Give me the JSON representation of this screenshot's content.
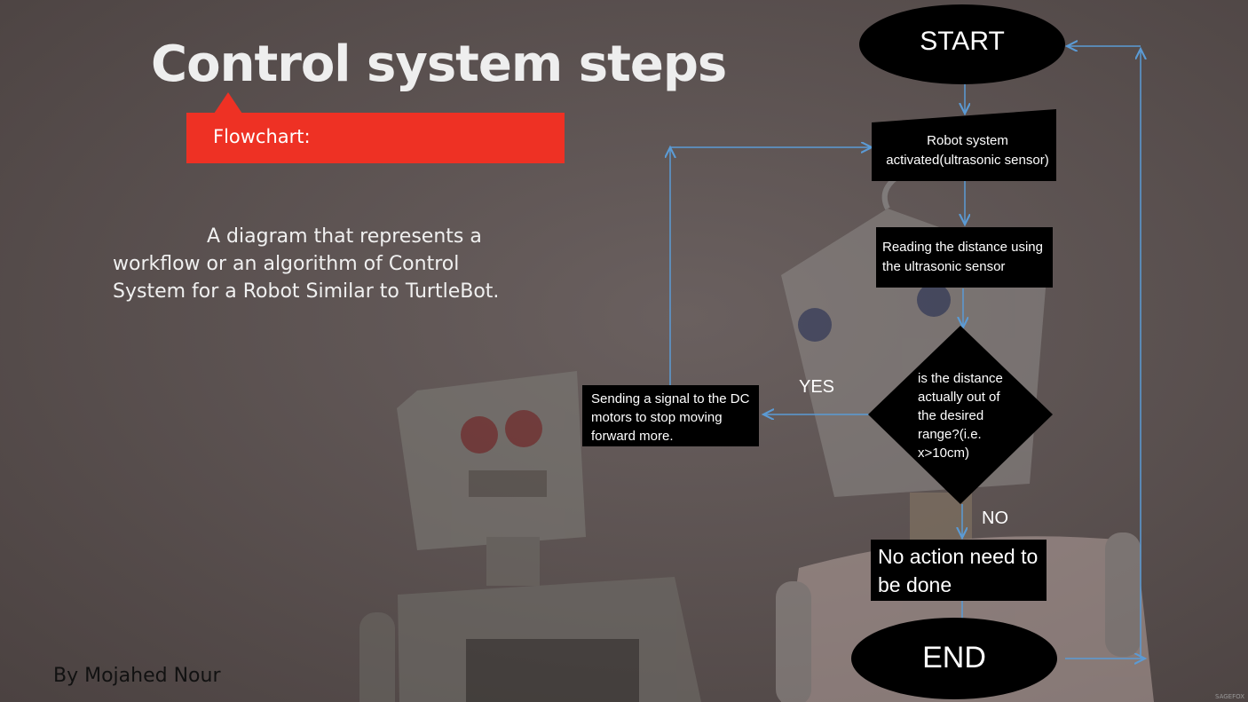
{
  "slide": {
    "title": "Control system steps",
    "banner_label": "Flowchart:",
    "description": "A diagram that represents a workflow or an algorithm of Control System for a Robot Similar to TurtleBot.",
    "author": "By Mojahed Nour",
    "watermark": "SAGEFOX"
  },
  "flowchart": {
    "start": "START",
    "step_activate": "Robot system activated(ultrasonic sensor)",
    "step_read": "Reading the distance using the ultrasonic sensor",
    "decision": "is the distance actually  out of the desired range?(i.e. x>10cm)",
    "yes_label": "YES",
    "no_label": "NO",
    "action_yes": "Sending a signal to the DC motors to stop moving forward more.",
    "action_no": "No action need to be done",
    "end": "END"
  },
  "colors": {
    "background": "#574d4c",
    "accent": "#ee3124",
    "node_fill": "#000000",
    "connector": "#5b9bd5"
  }
}
